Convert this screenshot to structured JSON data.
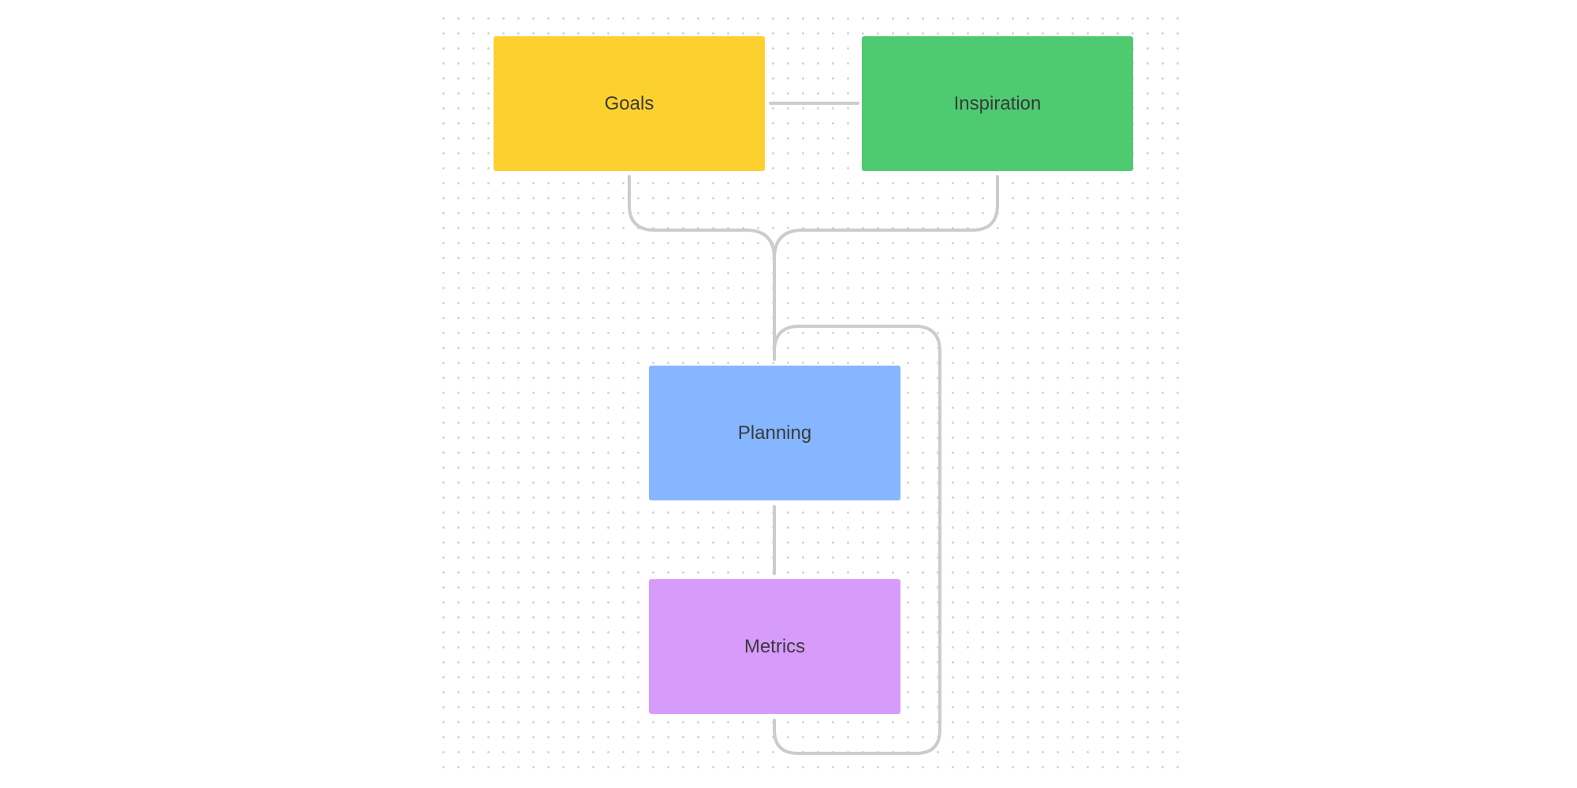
{
  "diagram": {
    "nodes": {
      "goals": {
        "label": "Goals",
        "color": "#fcd12f"
      },
      "inspiration": {
        "label": "Inspiration",
        "color": "#4ecb71"
      },
      "planning": {
        "label": "Planning",
        "color": "#85b6ff"
      },
      "metrics": {
        "label": "Metrics",
        "color": "#d79bfb"
      }
    },
    "connector_color": "#cccccc",
    "grid_dot_color": "#d3d3d3",
    "edges": [
      {
        "from": "Goals",
        "to": "Inspiration"
      },
      {
        "from": "Goals",
        "to": "Planning"
      },
      {
        "from": "Inspiration",
        "to": "Planning"
      },
      {
        "from": "Planning",
        "to": "Metrics"
      },
      {
        "from": "Metrics",
        "to": "Planning"
      }
    ]
  }
}
